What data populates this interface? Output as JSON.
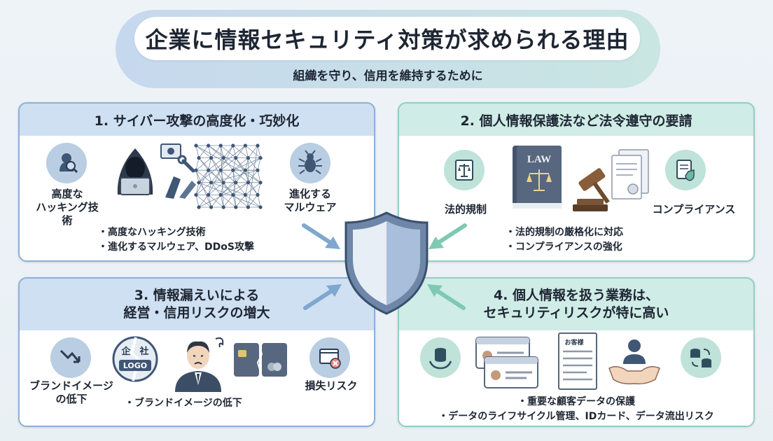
{
  "header": {
    "title": "企業に情報セキュリティ対策が求められる理由",
    "subtitle": "組織を守り、信用を維持するために"
  },
  "panels": [
    {
      "title": "1. サイバー攻撃の高度化・巧妙化",
      "labels": [
        "高度な\nハッキング技術",
        "進化する\nマルウェア"
      ],
      "bullets": [
        "・高度なハッキング技術",
        "・進化するマルウェア、DDoS攻撃"
      ]
    },
    {
      "title": "2. 個人情報保護法など法令遵守の要請",
      "labels": [
        "法的規制",
        "コンプライアンス"
      ],
      "book_text": "LAW",
      "bullets": [
        "・法的規制の厳格化に対応",
        "・コンプライアンスの強化"
      ]
    },
    {
      "title_line1": "3. 情報漏えいによる",
      "title_line2": "経営・信用リスクの増大",
      "labels": [
        "ブランドイメージ\nの低下",
        "損失リスク"
      ],
      "logo_text_top": "企",
      "logo_text_right": "社",
      "logo_text": "LOGO",
      "bullets": [
        "・ブランドイメージの低下"
      ]
    },
    {
      "title_line1": "4. 個人情報を扱う業務は、",
      "title_line2": "セキュリティリスクが特に高い",
      "doc_text": "お客様",
      "bullets": [
        "・重要な顧客データの保護",
        "・データのライフサイクル管理、IDカード、データ流出リスク"
      ]
    }
  ],
  "colors": {
    "blue_header": "#cfe0f2",
    "green_header": "#cfece6",
    "shield": "#a9bedb",
    "icon_dark": "#3f5675"
  }
}
